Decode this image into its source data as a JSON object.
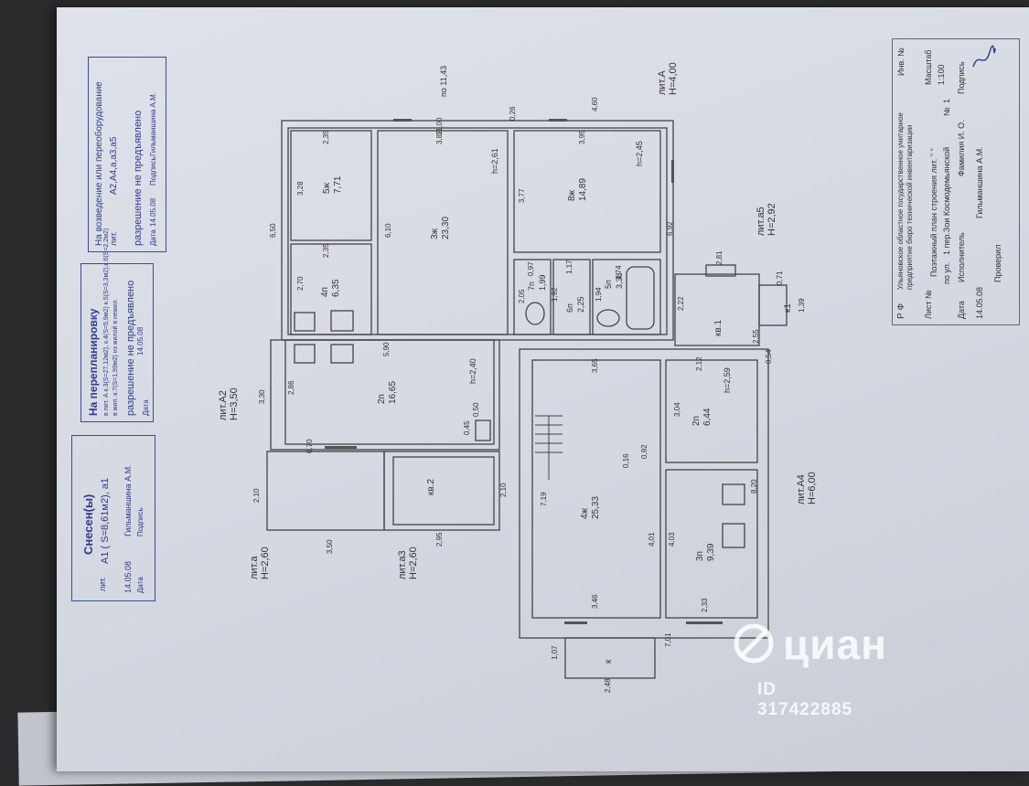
{
  "stamps": {
    "demolished": {
      "title": "Снесен(ы)",
      "lit_label": "лит.",
      "value": "А1 ( S=8,61м2), а1",
      "date": "14.05.08",
      "name": "Гильманшина А.М.",
      "date_caption": "Дата",
      "sign_caption": "Подпись"
    },
    "replanning": {
      "title": "На перепланировку",
      "line1": "в лит. А к.3(S=27,12м2), к.4(S=5,9м2) к.5(S=3,3м2),к.6(S=2,2м2)",
      "line2": "в жил. к.7(S=1,99м2) из жилой в нежил.",
      "line3": "разрешение не предъявлено",
      "date": "14.05.08",
      "date_caption": "Дата"
    },
    "construction": {
      "title": "На возведение или переоборудование",
      "lit_label": "лит.",
      "value": "А2,А4,а,а3,а5",
      "line3": "разрешение не предъявлено",
      "date": "14.05.08",
      "name": "Гильманшина А.М.",
      "date_caption": "Дата",
      "sign_caption": "Подпись"
    }
  },
  "title_block": {
    "rf": "Р Ф",
    "org": "Ульяновское областное государственное унитарное предприятие бюро технической инвентаризации",
    "inv": "Инв. №",
    "sheet": "Лист №",
    "doc_title": "Поэтажный план строения лит. \" \"",
    "scale_caption": "Масштаб",
    "scale": "1:100",
    "address_caption": "по ул.",
    "address": "1 пер.Зои Космодемьянской",
    "number_caption": "№",
    "number": "1",
    "date_caption": "Дата",
    "executor_caption": "Исполнитель",
    "surname_caption": "Фамилия И. О.",
    "signature_caption": "Подпись",
    "date": "14.05.08",
    "executor_name": "Гильманшина А.М.",
    "checked_caption": "Проверил"
  },
  "lit_labels": [
    {
      "name": "лит.А2",
      "h": "Н=3,50"
    },
    {
      "name": "лит.А",
      "h": "Н=4,00"
    },
    {
      "name": "лит.а5",
      "h": "Н=2,92"
    },
    {
      "name": "лит.А4",
      "h": "Н=6,00"
    },
    {
      "name": "лит.а3",
      "h": "Н=2,60"
    },
    {
      "name": "лит.а",
      "h": "Н=2,60"
    }
  ],
  "rooms": [
    {
      "id": "5ж",
      "area": "7,71"
    },
    {
      "id": "3ж",
      "area": "23,30"
    },
    {
      "id": "8ж",
      "area": "14,89"
    },
    {
      "id": "4п",
      "area": "6,35"
    },
    {
      "id": "7п",
      "area": "1,99"
    },
    {
      "id": "6п",
      "area": "2,25"
    },
    {
      "id": "5п",
      "area": "3,38"
    },
    {
      "id": "2п",
      "area": "16,65"
    },
    {
      "id": "кв.1",
      "area": ""
    },
    {
      "id": "к1",
      "area": ""
    },
    {
      "id": "2п",
      "area": "6,44"
    },
    {
      "id": "кв.2",
      "area": ""
    },
    {
      "id": "4ж",
      "area": "25,33"
    },
    {
      "id": "3п",
      "area": "9,39"
    },
    {
      "id": "к",
      "area": ""
    }
  ],
  "heights": [
    "h=2,61",
    "h=2,45",
    "h=2,40",
    "h=2,59"
  ],
  "dims": [
    "11,00",
    "4,60",
    "6,50",
    "6,10",
    "2,35",
    "3,82",
    "3,95",
    "3,28",
    "3,77",
    "2,70",
    "2,35",
    "6,92",
    "2,81",
    "0,71",
    "1,39",
    "5,90",
    "2,86",
    "3,30",
    "6,70",
    "2,10",
    "2,10",
    "3,50",
    "2,95",
    "3,65",
    "2,12",
    "3,04",
    "0,92",
    "0,16",
    "7,19",
    "4,01",
    "4,03",
    "8,20",
    "3,46",
    "2,33",
    "7,01",
    "1,07",
    "2,48",
    "2,22",
    "2,55",
    "0,54",
    "0,26",
    "0,45",
    "0,50",
    "1,17",
    "0,97",
    "2,05",
    "1,92",
    "1,94",
    "1,74"
  ],
  "elevation": "по 11,43",
  "watermark": {
    "brand": "циан",
    "id": "ID 317422885"
  }
}
